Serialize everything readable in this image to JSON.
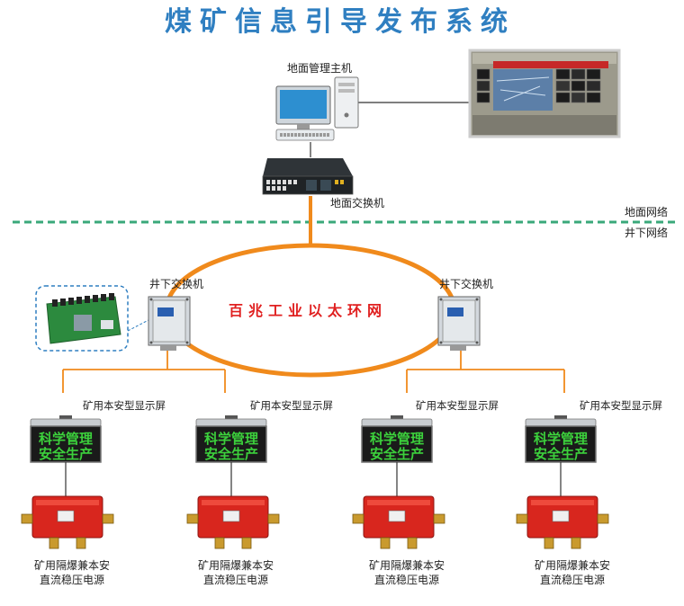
{
  "title": "煤矿信息引导发布系统",
  "surface": {
    "host_label": "地面管理主机",
    "switch_label": "地面交换机",
    "surface_network_label": "地面网络",
    "underground_network_label": "井下网络"
  },
  "ring": {
    "label": "百兆工业以太环网",
    "left_switch_label": "井下交换机",
    "right_switch_label": "井下交换机"
  },
  "display_label": "矿用本安型显示屏",
  "display_text": {
    "line1": "科学管理",
    "line2": "安全生产"
  },
  "power_label": {
    "line1": "矿用隔爆兼本安",
    "line2": "直流稳压电源"
  },
  "colors": {
    "title": "#2f7fc1",
    "ring": "#f08a1c",
    "dashed_divider": "#3aa87a",
    "led_text": "#3cd13c",
    "power_box": "#d8261e"
  }
}
